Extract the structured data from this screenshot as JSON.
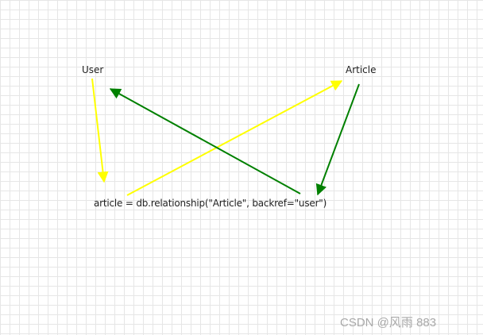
{
  "nodes": {
    "user": "User",
    "article": "Article",
    "code": "article = db.relationship(\"Article\", backref=\"user\")"
  },
  "edges": [
    {
      "from": "user",
      "to": "code",
      "color": "#ffff00"
    },
    {
      "from": "code",
      "to": "article",
      "color": "#ffff00"
    },
    {
      "from": "article",
      "to": "code-user",
      "color": "#008000"
    },
    {
      "from": "code-user",
      "to": "user",
      "color": "#008000"
    }
  ],
  "watermark": "CSDN @风雨  883"
}
